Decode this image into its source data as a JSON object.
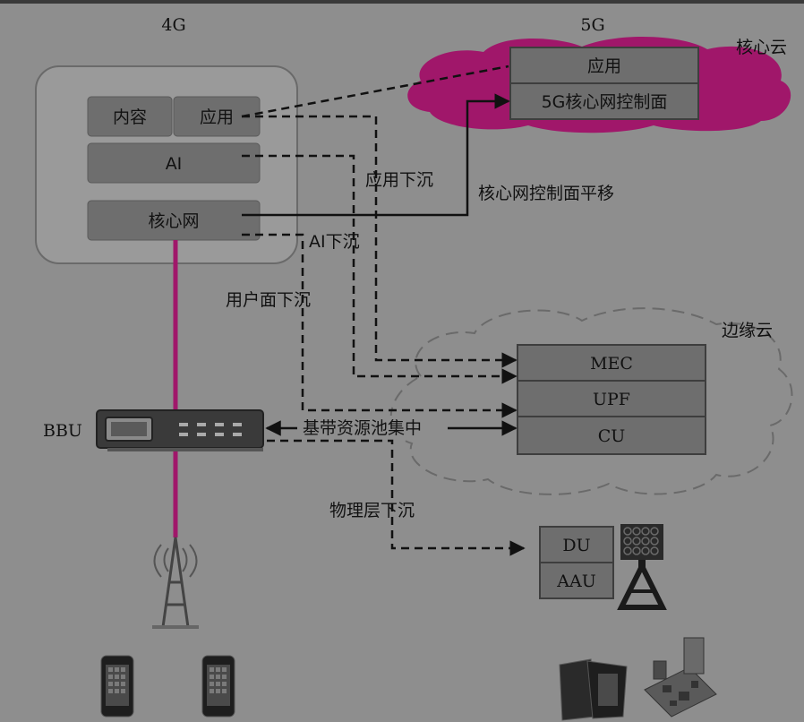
{
  "top_labels": {
    "g4": "4G",
    "g5": "5G"
  },
  "cloud_labels": {
    "core": "核心云",
    "edge": "边缘云"
  },
  "g4_blocks": {
    "content": "内容",
    "app": "应用",
    "ai": "AI",
    "core_net": "核心网"
  },
  "g5_blocks": {
    "app": "应用",
    "control_plane": "5G核心网控制面"
  },
  "edge_blocks": {
    "mec": "MEC",
    "upf": "UPF",
    "cu": "CU"
  },
  "site_blocks": {
    "du": "DU",
    "aau": "AAU"
  },
  "device_labels": {
    "bbu": "BBU"
  },
  "flow_labels": {
    "app_sink": "应用下沉",
    "control_shift": "核心网控制面平移",
    "ai_sink": "AI下沉",
    "user_plane_sink": "用户面下沉",
    "baseband_pool": "基带资源池集中",
    "phy_sink": "物理层下沉"
  },
  "colors": {
    "magenta": "#a0176a",
    "block": "#6e6e6e",
    "panel": "#9a9a9a",
    "line": "#111111"
  }
}
